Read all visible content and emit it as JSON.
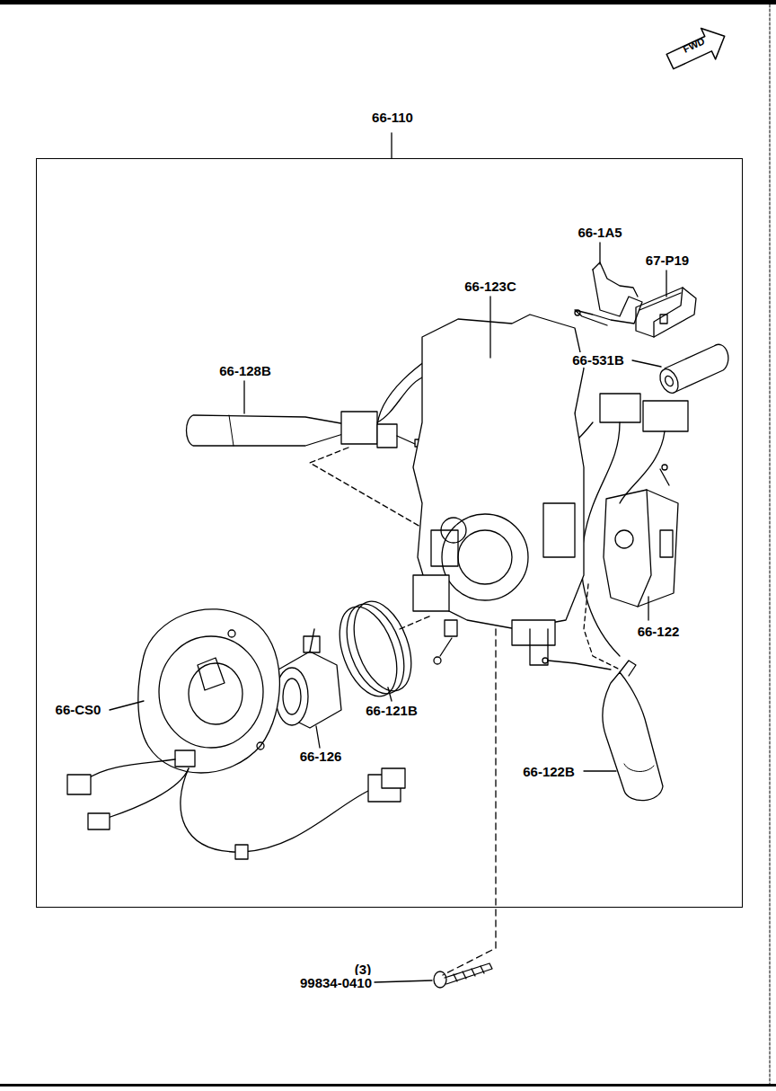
{
  "diagram": {
    "nodes": [
      {
        "text": [
          "66-110"
        ]
      }
    ],
    "labels": [
      "FWD",
      "66-1A5",
      "67-P19",
      "66-123C",
      "66-531B",
      "66-128B",
      "66-122",
      "66-CS0",
      "66-121B",
      "66-126",
      "66-122B",
      "(3)",
      "99834-0410"
    ]
  }
}
